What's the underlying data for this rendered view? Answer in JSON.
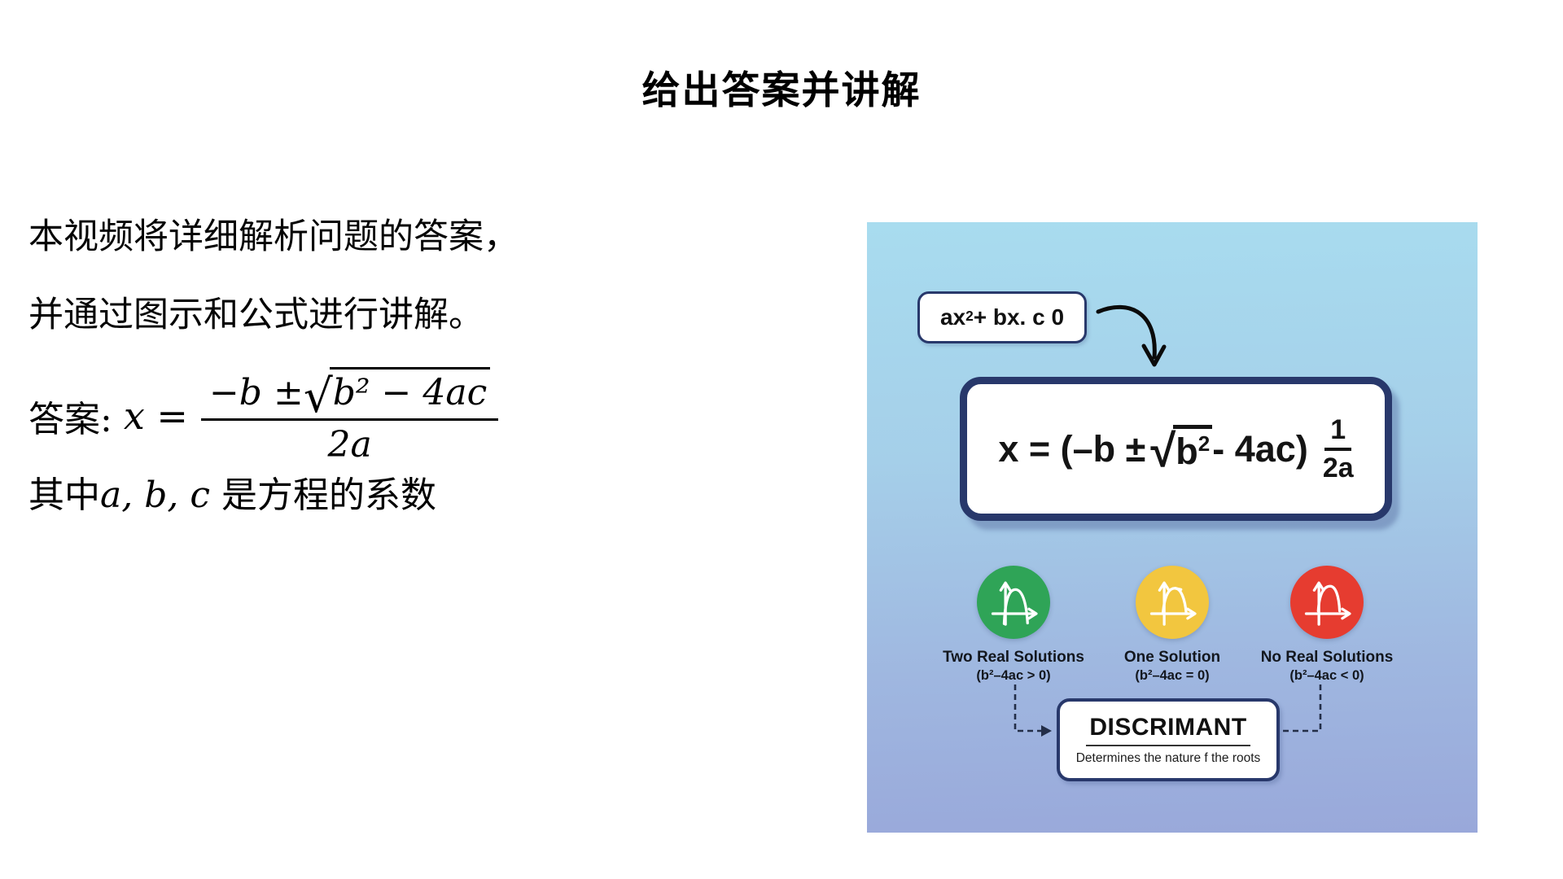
{
  "page": {
    "title": "给出答案并讲解"
  },
  "left": {
    "paragraph_line1": "本视频将详细解析问题的答案，",
    "paragraph_line2": "并通过图示和公式进行讲解。",
    "answer": {
      "label": "答案:",
      "lhs": "x =",
      "numerator_prefix": "−b ± ",
      "sqrt_glyph": "√",
      "radicand": "b² − 4ac",
      "denominator": "2a"
    },
    "note": {
      "prefix": "其中",
      "vars": "a, b, c",
      "suffix": " 是方程的系数"
    }
  },
  "infographic": {
    "equation_box": {
      "base": "ax",
      "sup": "2",
      "rest": " + bx. c 0"
    },
    "formula_box": {
      "prefix": "x = (–b ± ",
      "sqrt_glyph": "√",
      "rad_base": "b",
      "rad_sup": "2",
      "suffix": " - 4ac)",
      "frac_num": "1",
      "frac_den": "2a"
    },
    "solutions": [
      {
        "color": "#2FA457",
        "title": "Two Real Solutions",
        "condition": "(b²–4ac > 0)"
      },
      {
        "color": "#F2C63F",
        "title": "One Solution",
        "condition": "(b²–4ac = 0)"
      },
      {
        "color": "#E63C30",
        "title": "No Real Solutions",
        "condition": "(b²–4ac < 0)"
      }
    ],
    "discriminant_box": {
      "title": "DISCRIMANT",
      "subtitle": "Determines the nature f the roots"
    },
    "colors": {
      "border_navy": "#28386B",
      "panel_top": "#A8DCEF",
      "panel_bottom": "#99A8DA"
    }
  }
}
